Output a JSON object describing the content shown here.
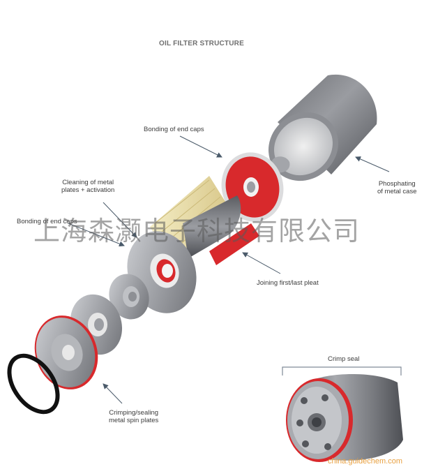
{
  "title": "OIL FILTER STRUCTURE",
  "labels": {
    "bonding_top": "Bonding of end caps",
    "cleaning_line1": "Cleaning of metal",
    "cleaning_line2": "plates + activation",
    "bonding_left": "Bonding of end caps",
    "phosphating_line1": "Phosphating",
    "phosphating_line2": "of metal case",
    "joining": "Joining first/last pleat",
    "crimp_seal": "Crimp seal",
    "crimping_line1": "Crimping/sealing",
    "crimping_line2": "metal spin plates"
  },
  "watermark": "上海森灏电子科技有限公司",
  "watermark_url": "china.guidechem.com",
  "colors": {
    "red_cap": "#d8292c",
    "metal": "#8e9095",
    "metal_dark": "#4c4e53",
    "pleat": "#e9dc9c",
    "gasket": "#111111",
    "callout": "#4a5a6a"
  }
}
